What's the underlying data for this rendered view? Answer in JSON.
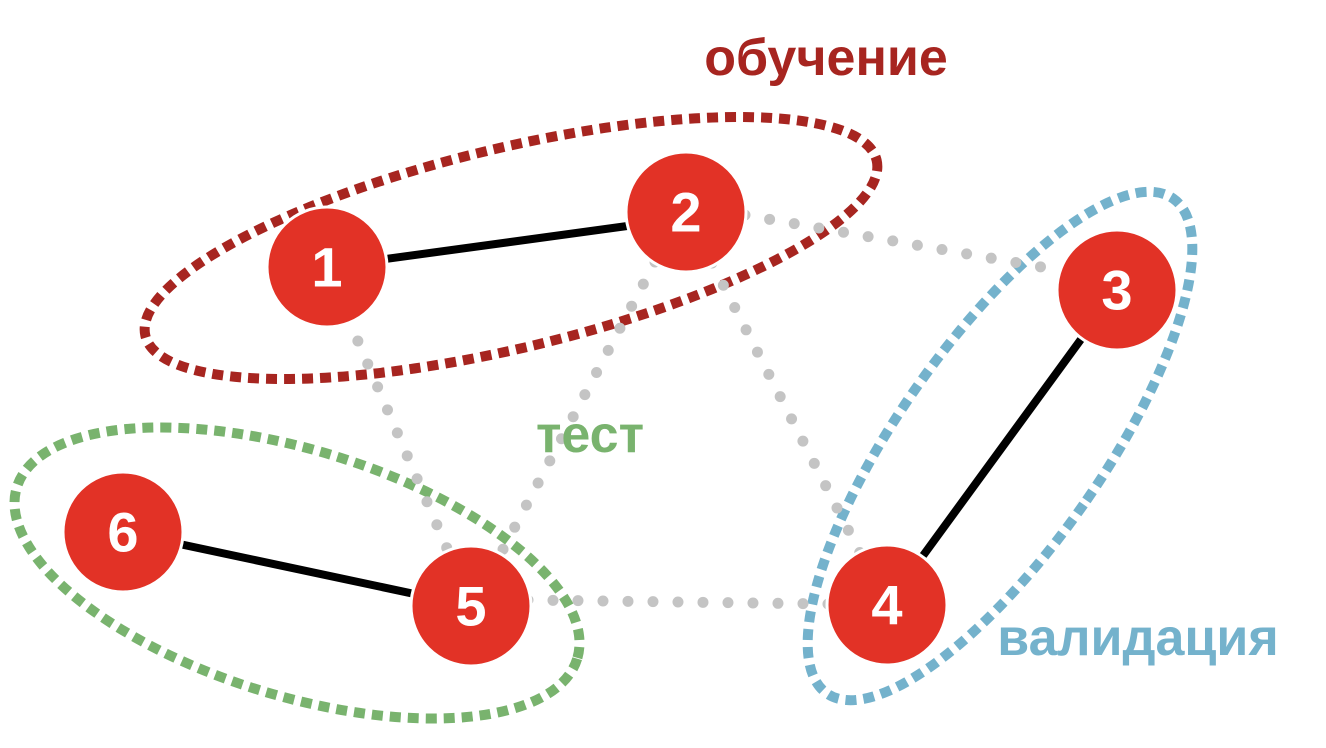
{
  "colors": {
    "node_fill": "#e23226",
    "node_stroke": "#ffffff",
    "node_text": "#ffffff",
    "solid_edge": "#000000",
    "dotted_edge": "#c4c4c4",
    "group_train": "#a72520",
    "group_test": "#79b36e",
    "group_validation": "#74b2cc"
  },
  "groups": {
    "train": {
      "label": "обучение",
      "nodes": [
        "1",
        "2"
      ]
    },
    "test": {
      "label": "тест",
      "nodes": [
        "5",
        "6"
      ]
    },
    "validation": {
      "label": "валидация",
      "nodes": [
        "3",
        "4"
      ]
    }
  },
  "nodes": [
    {
      "id": "1",
      "label": "1"
    },
    {
      "id": "2",
      "label": "2"
    },
    {
      "id": "3",
      "label": "3"
    },
    {
      "id": "4",
      "label": "4"
    },
    {
      "id": "5",
      "label": "5"
    },
    {
      "id": "6",
      "label": "6"
    }
  ],
  "edges": [
    {
      "from": "1",
      "to": "2",
      "style": "solid"
    },
    {
      "from": "3",
      "to": "4",
      "style": "solid"
    },
    {
      "from": "6",
      "to": "5",
      "style": "solid"
    },
    {
      "from": "2",
      "to": "3",
      "style": "dotted"
    },
    {
      "from": "2",
      "to": "4",
      "style": "dotted"
    },
    {
      "from": "2",
      "to": "5",
      "style": "dotted"
    },
    {
      "from": "1",
      "to": "5",
      "style": "dotted"
    },
    {
      "from": "5",
      "to": "4",
      "style": "dotted"
    }
  ]
}
